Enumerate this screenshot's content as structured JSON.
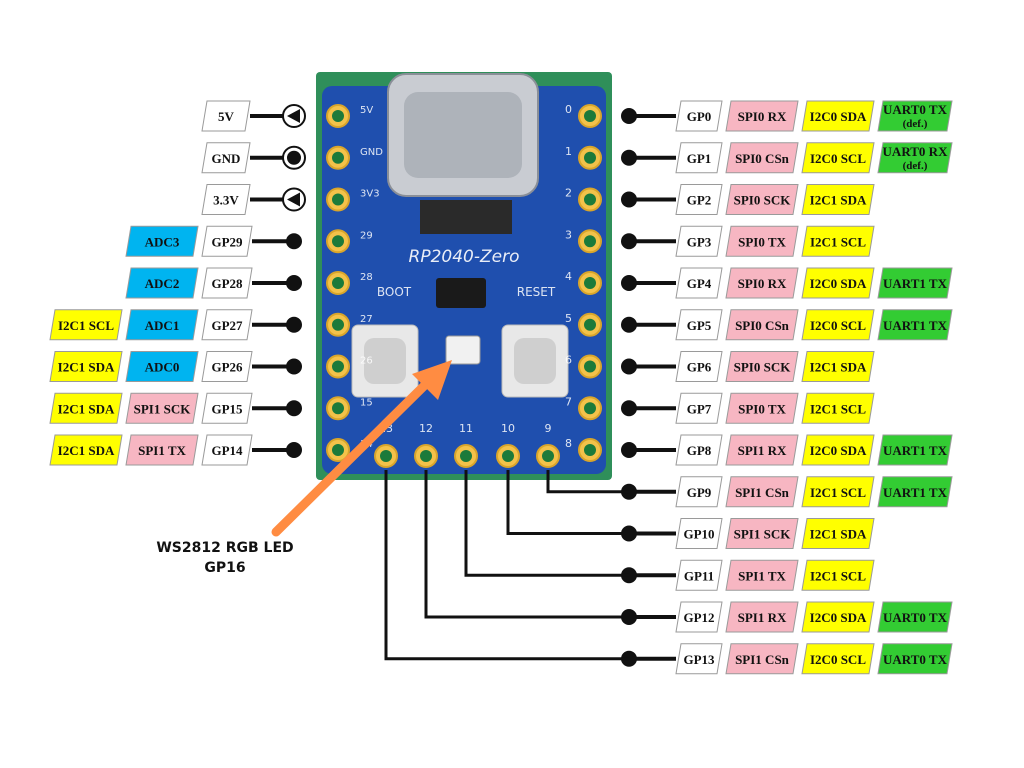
{
  "board": {
    "silk_title": "RP2040-Zero",
    "boot_label": "BOOT",
    "reset_label": "RESET",
    "silk_left": [
      "5V",
      "GND",
      "3V3",
      "29",
      "28",
      "27",
      "26",
      "15",
      "14"
    ],
    "silk_right": [
      "0",
      "1",
      "2",
      "3",
      "4",
      "5",
      "6",
      "7",
      "8"
    ],
    "silk_bottom": [
      "13",
      "12",
      "11",
      "10",
      "9"
    ]
  },
  "callout": {
    "line1": "WS2812 RGB LED",
    "line2": "GP16"
  },
  "colors": {
    "pin": "#ffffff",
    "spi": "#f7b6c2",
    "i2c": "#ffff00",
    "uart": "#33cc33",
    "adc": "#00b4f0",
    "arrow": "#ff8c42",
    "board": "#1f4fae"
  },
  "power_pins": [
    {
      "label": "5V",
      "symbol": "arrow"
    },
    {
      "label": "GND",
      "symbol": "ground"
    },
    {
      "label": "3.3V",
      "symbol": "arrow"
    }
  ],
  "left_pins": [
    {
      "pin": "GP29",
      "functions": [
        {
          "type": "adc",
          "text": "ADC3"
        }
      ]
    },
    {
      "pin": "GP28",
      "functions": [
        {
          "type": "adc",
          "text": "ADC2"
        }
      ]
    },
    {
      "pin": "GP27",
      "functions": [
        {
          "type": "adc",
          "text": "ADC1"
        },
        {
          "type": "i2c",
          "text": "I2C1 SCL"
        }
      ]
    },
    {
      "pin": "GP26",
      "functions": [
        {
          "type": "adc",
          "text": "ADC0"
        },
        {
          "type": "i2c",
          "text": "I2C1 SDA"
        }
      ]
    },
    {
      "pin": "GP15",
      "functions": [
        {
          "type": "spi",
          "text": "SPI1 SCK"
        },
        {
          "type": "i2c",
          "text": "I2C1 SDA"
        }
      ]
    },
    {
      "pin": "GP14",
      "functions": [
        {
          "type": "spi",
          "text": "SPI1 TX"
        },
        {
          "type": "i2c",
          "text": "I2C1 SDA"
        }
      ]
    }
  ],
  "right_pins": [
    {
      "pin": "GP0",
      "functions": [
        {
          "type": "spi",
          "text": "SPI0 RX"
        },
        {
          "type": "i2c",
          "text": "I2C0 SDA"
        },
        {
          "type": "uart",
          "text": "UART0 TX",
          "sub": "(def.)"
        }
      ]
    },
    {
      "pin": "GP1",
      "functions": [
        {
          "type": "spi",
          "text": "SPI0 CSn"
        },
        {
          "type": "i2c",
          "text": "I2C0 SCL"
        },
        {
          "type": "uart",
          "text": "UART0 RX",
          "sub": "(def.)"
        }
      ]
    },
    {
      "pin": "GP2",
      "functions": [
        {
          "type": "spi",
          "text": "SPI0 SCK"
        },
        {
          "type": "i2c",
          "text": "I2C1 SDA"
        }
      ]
    },
    {
      "pin": "GP3",
      "functions": [
        {
          "type": "spi",
          "text": "SPI0 TX"
        },
        {
          "type": "i2c",
          "text": "I2C1 SCL"
        }
      ]
    },
    {
      "pin": "GP4",
      "functions": [
        {
          "type": "spi",
          "text": "SPI0 RX"
        },
        {
          "type": "i2c",
          "text": "I2C0 SDA"
        },
        {
          "type": "uart",
          "text": "UART1 TX"
        }
      ]
    },
    {
      "pin": "GP5",
      "functions": [
        {
          "type": "spi",
          "text": "SPI0 CSn"
        },
        {
          "type": "i2c",
          "text": "I2C0 SCL"
        },
        {
          "type": "uart",
          "text": "UART1 TX"
        }
      ]
    },
    {
      "pin": "GP6",
      "functions": [
        {
          "type": "spi",
          "text": "SPI0 SCK"
        },
        {
          "type": "i2c",
          "text": "I2C1 SDA"
        }
      ]
    },
    {
      "pin": "GP7",
      "functions": [
        {
          "type": "spi",
          "text": "SPI0 TX"
        },
        {
          "type": "i2c",
          "text": "I2C1 SCL"
        }
      ]
    },
    {
      "pin": "GP8",
      "functions": [
        {
          "type": "spi",
          "text": "SPI1 RX"
        },
        {
          "type": "i2c",
          "text": "I2C0 SDA"
        },
        {
          "type": "uart",
          "text": "UART1 TX"
        }
      ]
    },
    {
      "pin": "GP9",
      "functions": [
        {
          "type": "spi",
          "text": "SPI1 CSn"
        },
        {
          "type": "i2c",
          "text": "I2C1 SCL"
        },
        {
          "type": "uart",
          "text": "UART1 TX"
        }
      ]
    },
    {
      "pin": "GP10",
      "functions": [
        {
          "type": "spi",
          "text": "SPI1 SCK"
        },
        {
          "type": "i2c",
          "text": "I2C1 SDA"
        }
      ]
    },
    {
      "pin": "GP11",
      "functions": [
        {
          "type": "spi",
          "text": "SPI1 TX"
        },
        {
          "type": "i2c",
          "text": "I2C1 SCL"
        }
      ]
    },
    {
      "pin": "GP12",
      "functions": [
        {
          "type": "spi",
          "text": "SPI1 RX"
        },
        {
          "type": "i2c",
          "text": "I2C0 SDA"
        },
        {
          "type": "uart",
          "text": "UART0 TX"
        }
      ]
    },
    {
      "pin": "GP13",
      "functions": [
        {
          "type": "spi",
          "text": "SPI1 CSn"
        },
        {
          "type": "i2c",
          "text": "I2C0 SCL"
        },
        {
          "type": "uart",
          "text": "UART0 TX"
        }
      ]
    }
  ]
}
